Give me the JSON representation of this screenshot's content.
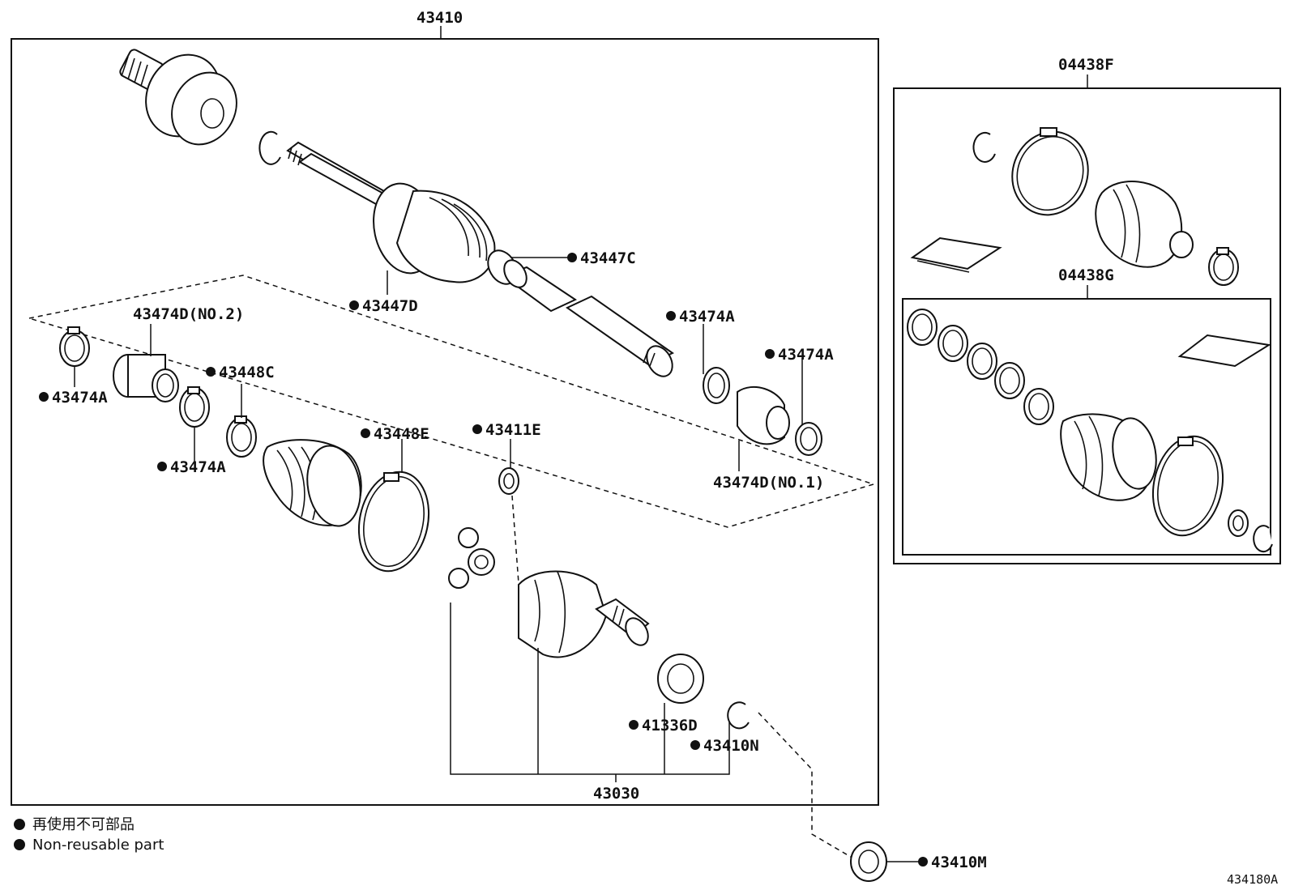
{
  "assembly_labels": {
    "l_43410": "43410",
    "l_04438F": "04438F",
    "l_04438G": "04438G",
    "l_43030": "43030"
  },
  "part_labels": {
    "l_43447C": "43447C",
    "l_43447D": "43447D",
    "l_43474D_no2": "43474D(NO.2)",
    "l_43474A_a": "43474A",
    "l_43474A_b": "43474A",
    "l_43474A_c": "43474A",
    "l_43474A_d": "43474A",
    "l_43448C": "43448C",
    "l_43448E": "43448E",
    "l_43411E": "43411E",
    "l_43474D_no1": "43474D(NO.1)",
    "l_41336D": "41336D",
    "l_43410N": "43410N",
    "l_43410M": "43410M"
  },
  "legend": {
    "line_jp": "再使用不可部品",
    "line_en": "Non-reusable part"
  },
  "figure_code": "434180A"
}
